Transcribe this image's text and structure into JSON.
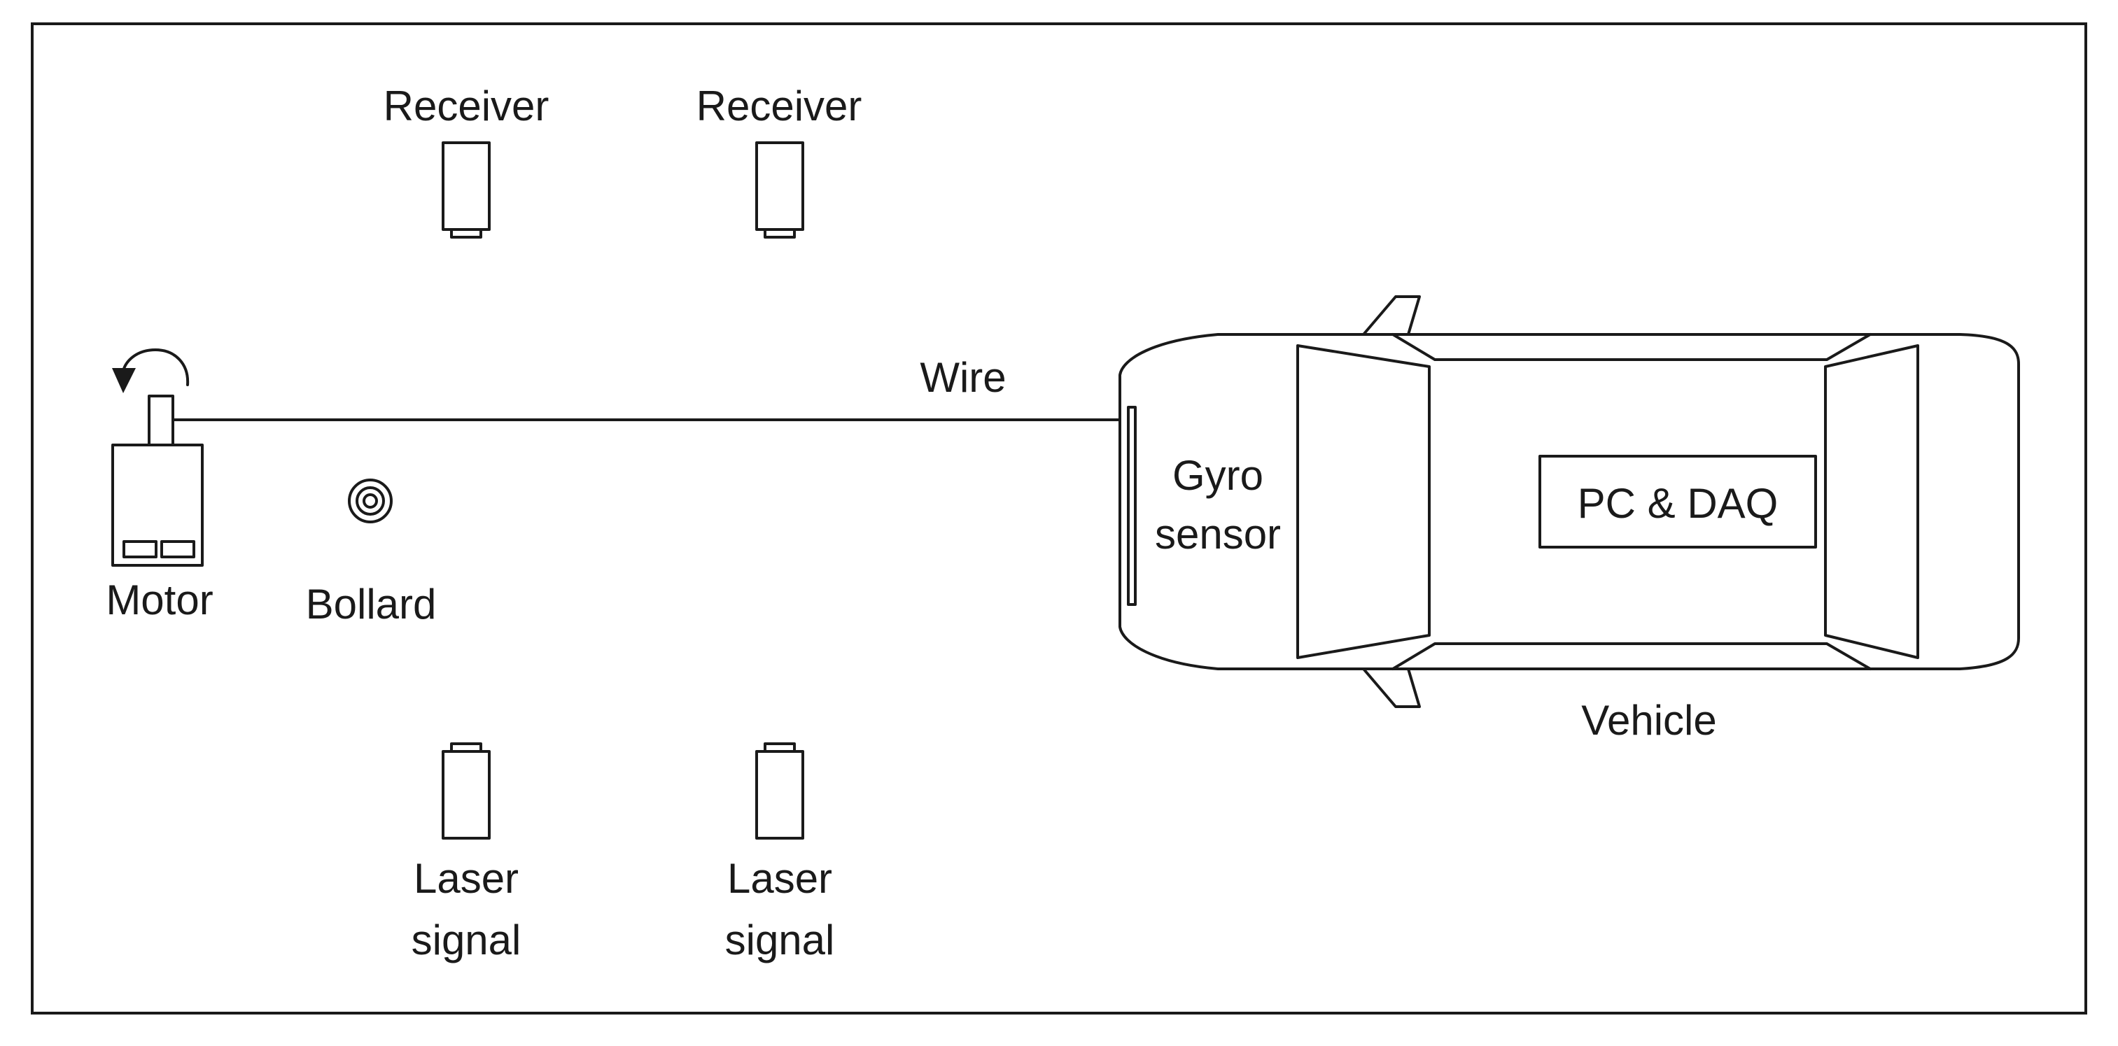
{
  "labels": {
    "receiver_1": "Receiver",
    "receiver_2": "Receiver",
    "wire": "Wire",
    "motor": "Motor",
    "bollard": "Bollard",
    "gyro_line1": "Gyro",
    "gyro_line2": "sensor",
    "pc_daq": "PC & DAQ",
    "vehicle": "Vehicle",
    "laser_1_line1": "Laser",
    "laser_1_line2": "signal",
    "laser_2_line1": "Laser",
    "laser_2_line2": "signal"
  },
  "colors": {
    "line": "#1a1a1a",
    "background": "#ffffff"
  }
}
